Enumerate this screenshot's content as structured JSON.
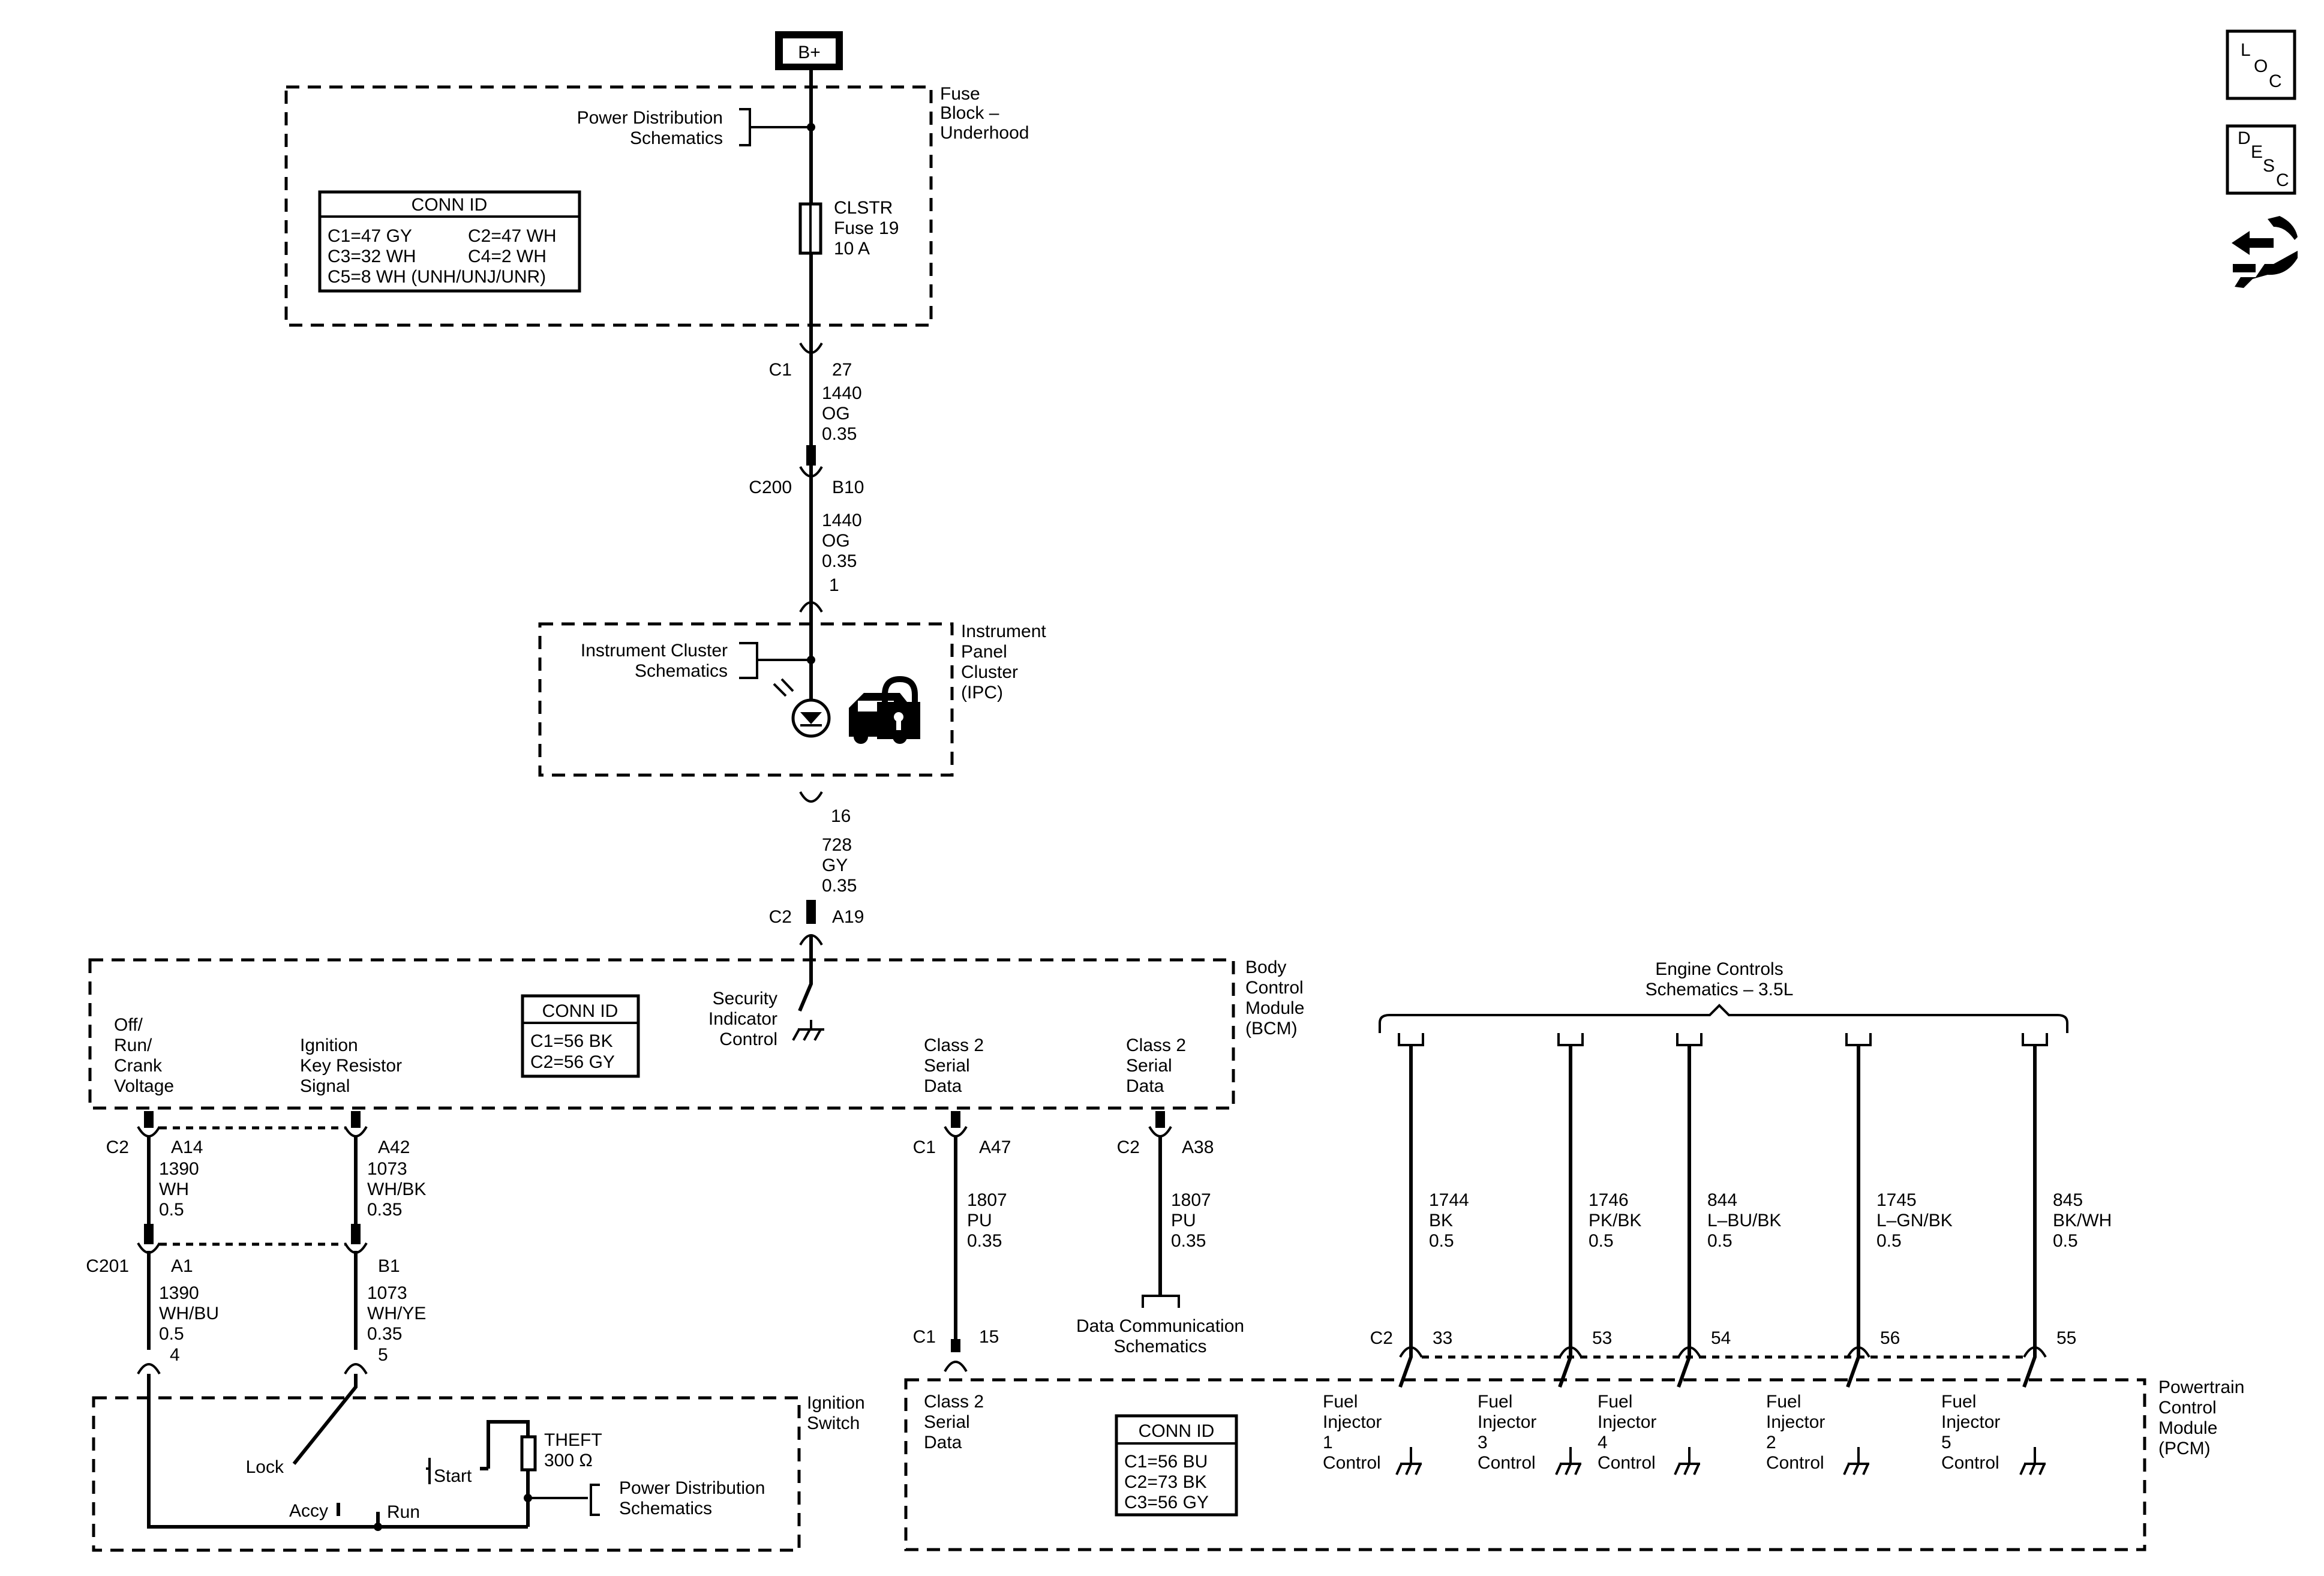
{
  "power": {
    "label": "B+"
  },
  "fuse_block": {
    "title": [
      "Fuse",
      "Block –",
      "Underhood"
    ],
    "power_dist": [
      "Power Distribution",
      "Schematics"
    ],
    "fuse": [
      "CLSTR",
      "Fuse 19",
      "10 A"
    ],
    "conn_id": {
      "header": "CONN ID",
      "rows": [
        "C1=47 GY",
        "C2=47 WH",
        "C3=32 WH",
        "C4=2 WH",
        "C5=8 WH (UNH/UNJ/UNR)"
      ]
    }
  },
  "wire1": {
    "conn": "C1",
    "pin": "27",
    "circuit": "1440",
    "color": "OG",
    "gauge": "0.35"
  },
  "wire2": {
    "conn": "C200",
    "pin": "B10",
    "circuit": "1440",
    "color": "OG",
    "gauge": "0.35",
    "pin_bottom": "1"
  },
  "ipc": {
    "title": [
      "Instrument",
      "Panel",
      "Cluster",
      "(IPC)"
    ],
    "schem": [
      "Instrument Cluster",
      "Schematics"
    ]
  },
  "wire3": {
    "pin_top": "16",
    "circuit": "728",
    "color": "GY",
    "gauge": "0.35",
    "conn": "C2",
    "pin": "A19"
  },
  "bcm": {
    "title": [
      "Body",
      "Control",
      "Module",
      "(BCM)"
    ],
    "security": [
      "Security",
      "Indicator",
      "Control"
    ],
    "conn_id": {
      "header": "CONN ID",
      "rows": [
        "C1=56 BK",
        "C2=56 GY"
      ]
    },
    "off_run": [
      "Off/",
      "Run/",
      "Crank",
      "Voltage"
    ],
    "ign_key": [
      "Ignition",
      "Key Resistor",
      "Signal"
    ],
    "class2_a": [
      "Class 2",
      "Serial",
      "Data"
    ],
    "class2_b": [
      "Class 2",
      "Serial",
      "Data"
    ]
  },
  "w_a14": {
    "conn": "C2",
    "pin": "A14",
    "circuit": "1390",
    "color": "WH",
    "gauge": "0.5"
  },
  "w_a42": {
    "pin": "A42",
    "circuit": "1073",
    "color": "WH/BK",
    "gauge": "0.35"
  },
  "w_a1": {
    "conn": "C201",
    "pin": "A1",
    "circuit": "1390",
    "color": "WH/BU",
    "gauge": "0.5",
    "pin_bottom": "4"
  },
  "w_b1": {
    "pin": "B1",
    "circuit": "1073",
    "color": "WH/YE",
    "gauge": "0.35",
    "pin_bottom": "5"
  },
  "w_a47": {
    "conn": "C1",
    "pin": "A47",
    "circuit": "1807",
    "color": "PU",
    "gauge": "0.35",
    "conn_bottom": "C1",
    "pin_bottom": "15"
  },
  "w_a38": {
    "conn": "C2",
    "pin": "A38",
    "circuit": "1807",
    "color": "PU",
    "gauge": "0.35"
  },
  "data_comm": [
    "Data Communication",
    "Schematics"
  ],
  "ign_switch": {
    "title": [
      "Ignition",
      "Switch"
    ],
    "lock": "Lock",
    "accy": "Accy",
    "run": "Run",
    "start": "Start",
    "theft": [
      "THEFT",
      "300 Ω"
    ],
    "power_dist": [
      "Power Distribution",
      "Schematics"
    ]
  },
  "engine": {
    "title": [
      "Engine Controls",
      "Schematics – 3.5L"
    ]
  },
  "injector_wires": [
    {
      "circuit": "1744",
      "color": "BK",
      "gauge": "0.5",
      "pin": "33",
      "conn": "C2"
    },
    {
      "circuit": "1746",
      "color": "PK/BK",
      "gauge": "0.5",
      "pin": "53"
    },
    {
      "circuit": "844",
      "color": "L–BU/BK",
      "gauge": "0.5",
      "pin": "54"
    },
    {
      "circuit": "1745",
      "color": "L–GN/BK",
      "gauge": "0.5",
      "pin": "56"
    },
    {
      "circuit": "845",
      "color": "BK/WH",
      "gauge": "0.5",
      "pin": "55"
    }
  ],
  "pcm": {
    "title": [
      "Powertrain",
      "Control",
      "Module",
      "(PCM)"
    ],
    "class2": [
      "Class 2",
      "Serial",
      "Data"
    ],
    "conn_id": {
      "header": "CONN ID",
      "rows": [
        "C1=56 BU",
        "C2=73 BK",
        "C3=56 GY"
      ]
    },
    "injectors": [
      [
        "Fuel",
        "Injector",
        "1",
        "Control"
      ],
      [
        "Fuel",
        "Injector",
        "3",
        "Control"
      ],
      [
        "Fuel",
        "Injector",
        "4",
        "Control"
      ],
      [
        "Fuel",
        "Injector",
        "2",
        "Control"
      ],
      [
        "Fuel",
        "Injector",
        "5",
        "Control"
      ]
    ]
  },
  "side_icons": {
    "loc": [
      "L",
      "O",
      "C"
    ],
    "desc": [
      "D",
      "E",
      "S",
      "C"
    ],
    "nav_icon": "hand-arrows-icon"
  }
}
